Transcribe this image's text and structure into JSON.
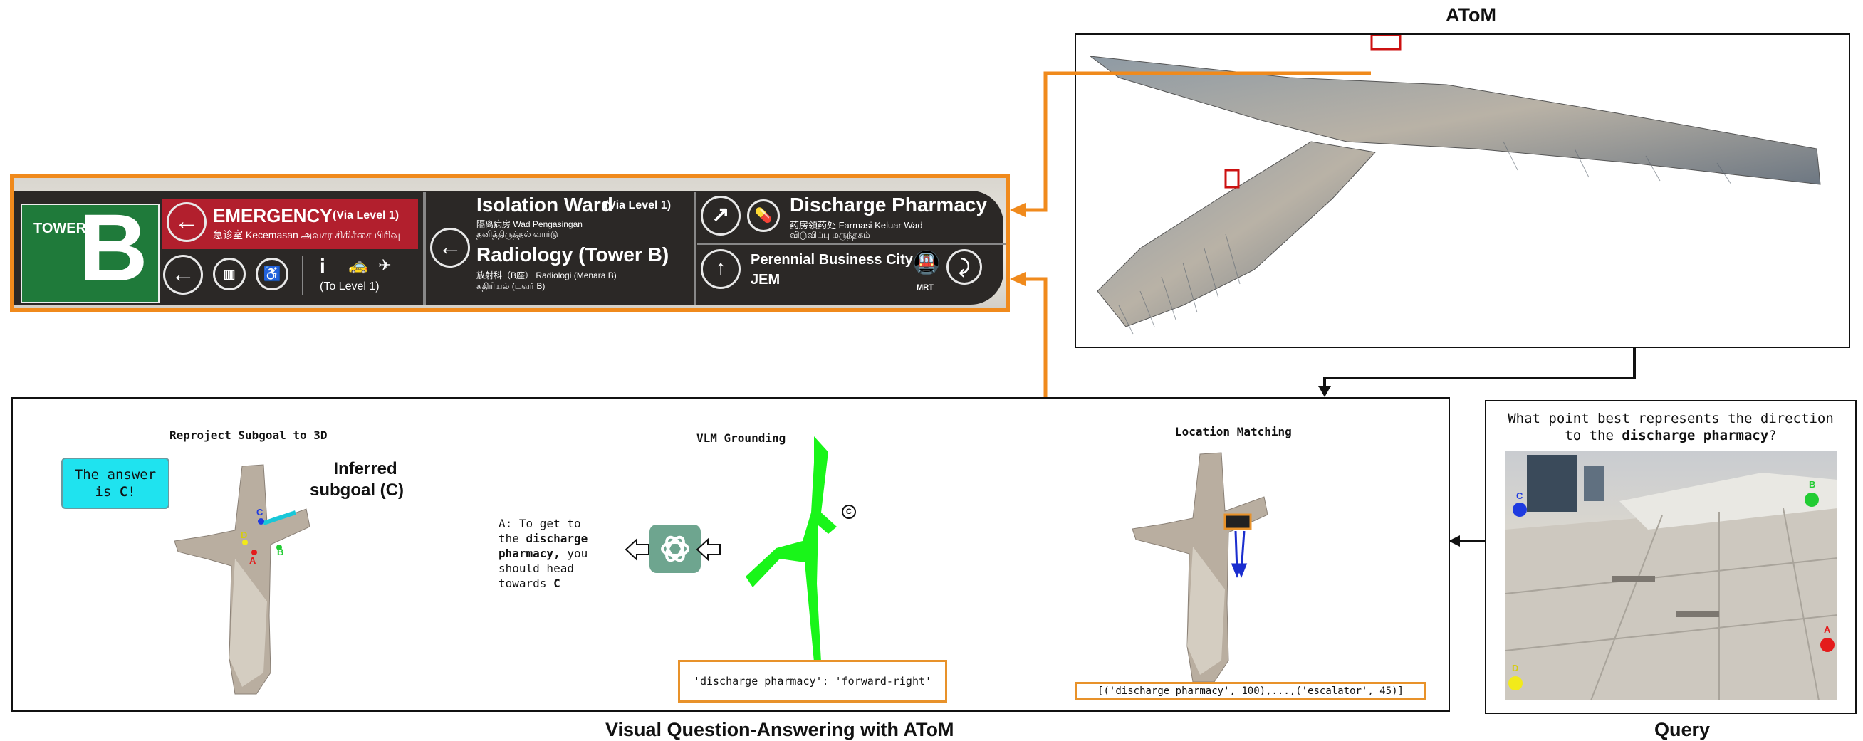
{
  "titles": {
    "atom": "AToM",
    "vqa": "Visual Question-Answering with AToM",
    "query": "Query"
  },
  "sections": {
    "reproject": "Reproject Subgoal to 3D",
    "vlm": "VLM Grounding",
    "location": "Location Matching"
  },
  "inferred": {
    "line1": "Inferred",
    "line2": "subgoal (C)"
  },
  "answer": {
    "line1": "The answer",
    "line2_pre": "is ",
    "line2_bold": "C",
    "line2_post": "!"
  },
  "vlm_text": {
    "l1": "A: To get to",
    "l2_pre": "the ",
    "l2_bold": "discharge",
    "l3_bold": "pharmacy,",
    "l3_post": " you",
    "l4": "should head",
    "l5_pre": "towards ",
    "l5_bold": "C"
  },
  "vlm_output": "'discharge pharmacy': 'forward-right'",
  "location_output": "[('discharge pharmacy', 100),...,('escalator', 45)]",
  "query": {
    "line1": "What point best represents the direction",
    "line2_pre": "to the ",
    "line2_bold": "discharge pharmacy",
    "line2_post": "?"
  },
  "points": [
    {
      "label": "A",
      "color": "#e41b1b"
    },
    {
      "label": "B",
      "color": "#22cc33"
    },
    {
      "label": "C",
      "color": "#1f3be0"
    },
    {
      "label": "D",
      "color": "#f2ea1a"
    }
  ],
  "vlm_marker": "C",
  "sign": {
    "tower_small": "TOWER",
    "tower_big": "B",
    "emergency": "EMERGENCY",
    "emergency_sub": "(Via Level 1)",
    "emergency_multi": "急诊室  Kecemasan  அவசர சிகிச்சை பிரிவு",
    "to_level": "(To Level 1)",
    "isolation": "Isolation Ward",
    "isolation_sub": "(Via Level 1)",
    "isolation_multi": "隔离病房   Wad Pengasingan",
    "isolation_tamil": "தனித்திருத்தல் வார்டு",
    "radiology": "Radiology (Tower B)",
    "radiology_multi": "放射科（B座） Radiologi (Menara B)",
    "radiology_tamil": "கதிரியல் (டவர் B)",
    "discharge": "Discharge Pharmacy",
    "discharge_multi": "药房領药处   Farmasi Keluar Wad",
    "discharge_tamil": "விடுவிப்பு மருந்தகம்",
    "perennial": "Perennial Business City",
    "jem": "JEM",
    "mrt": "MRT"
  },
  "colors": {
    "orange": "#f08a1c",
    "green_arrow": "#19f519",
    "answer_bg": "#1fe3ef",
    "openai_bg": "#6ea58f"
  }
}
